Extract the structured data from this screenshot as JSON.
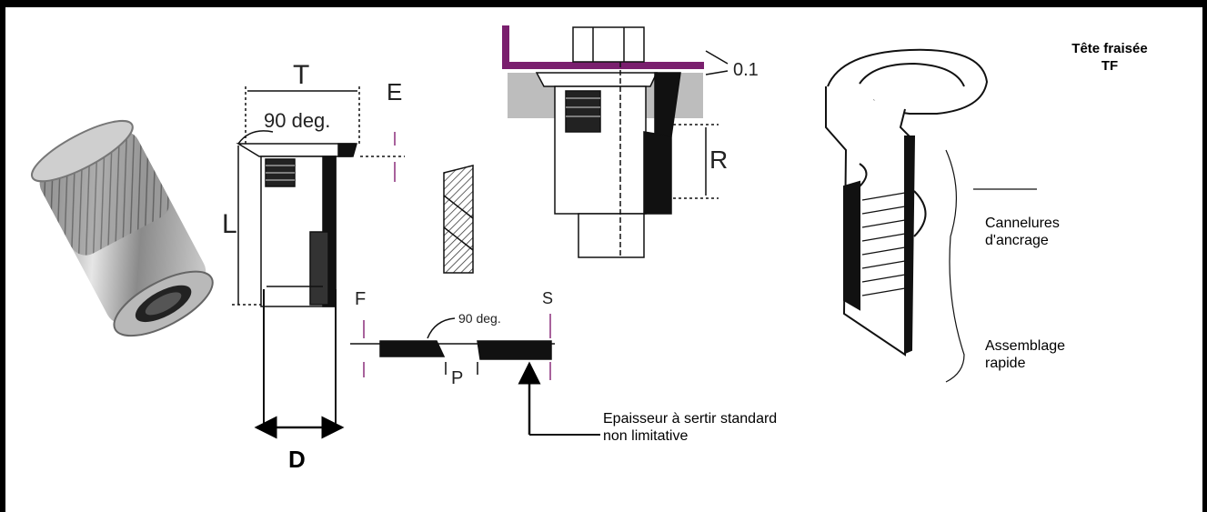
{
  "title": {
    "line1": "Tête fraisée",
    "line2": "TF"
  },
  "dimensions": {
    "T": "T",
    "E": "E",
    "angle_head": "90 deg.",
    "L": "L",
    "F": "F",
    "angle_hole": "90 deg.",
    "S": "S",
    "P": "P",
    "R": "R",
    "gap": "0.1",
    "D": "D"
  },
  "annotations": {
    "anchoring_line1": "Cannelures",
    "anchoring_line2": "d'ancrage",
    "assembly_line1": "Assemblage",
    "assembly_line2": "rapide",
    "thickness_line1": "Epaisseur à sertir standard",
    "thickness_line2": "non limitative"
  },
  "colors": {
    "frame": "#000000",
    "plate_purple": "#7a1f6e",
    "plate_gray": "#bdbdbd",
    "ink": "#111111"
  }
}
